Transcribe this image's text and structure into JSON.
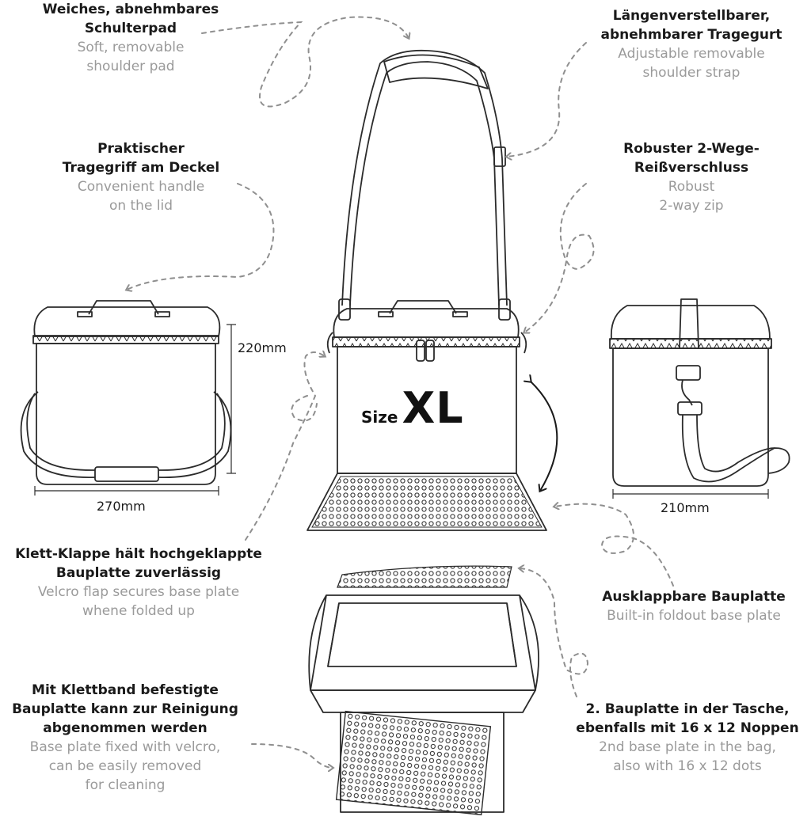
{
  "labels": {
    "shoulder_pad": {
      "de": [
        "Weiches, abnehmbares",
        "Schulterpad"
      ],
      "en": [
        "Soft, removable",
        "shoulder pad"
      ]
    },
    "strap": {
      "de": [
        "Längenverstellbarer,",
        "abnehmbarer Tragegurt"
      ],
      "en": [
        "Adjustable removable",
        "shoulder strap"
      ]
    },
    "handle": {
      "de": [
        "Praktischer",
        "Tragegriff am Deckel"
      ],
      "en": [
        "Convenient handle",
        "on the lid"
      ]
    },
    "zip": {
      "de": [
        "Robuster 2-Wege-",
        "Reißverschluss"
      ],
      "en": [
        "Robust",
        "2-way zip"
      ]
    },
    "velcro_flap": {
      "de": [
        "Klett-Klappe hält hochgeklappte",
        "Bauplatte zuverlässig"
      ],
      "en": [
        "Velcro flap secures base plate",
        "whene folded up"
      ]
    },
    "foldout": {
      "de": [
        "Ausklappbare Bauplatte"
      ],
      "en": [
        "Built-in foldout base plate"
      ]
    },
    "removable_plate": {
      "de": [
        "Mit Klettband befestigte",
        "Bauplatte kann zur Reinigung",
        "abgenommen werden"
      ],
      "en": [
        "Base plate fixed with velcro,",
        "can be easily removed",
        "for cleaning"
      ]
    },
    "second_plate": {
      "de": [
        "2. Bauplatte in der Tasche,",
        "ebenfalls mit 16 x 12 Noppen"
      ],
      "en": [
        "2nd base plate in the bag,",
        "also with 16 x 12 dots"
      ]
    }
  },
  "dimensions": {
    "height": "220mm",
    "width": "270mm",
    "depth": "210mm"
  },
  "size_badge": {
    "prefix": "Size",
    "value": "XL"
  },
  "colors": {
    "line": "#2b2b2b",
    "arrow": "#8f8f8f",
    "de_text": "#1a1a1a",
    "en_text": "#9a9a9a"
  }
}
